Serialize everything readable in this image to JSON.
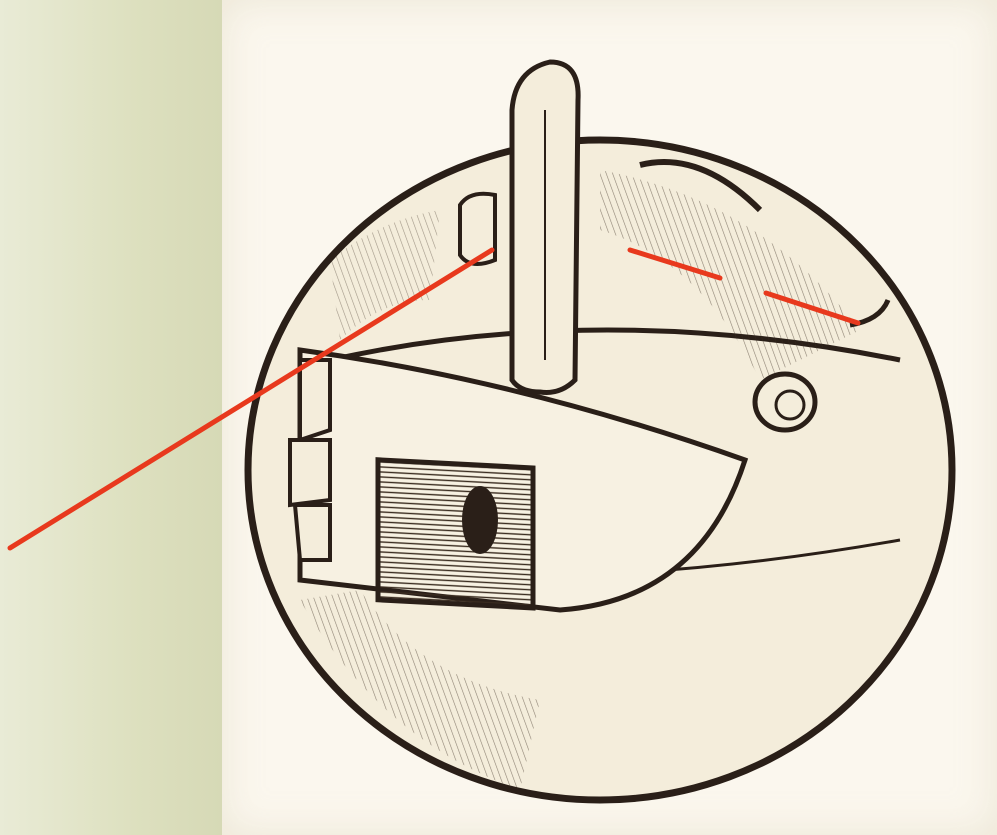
{
  "figure": {
    "subject": "bobbin-case",
    "colors": {
      "side_panel": "#dfe2c4",
      "paper": "#fbf7ee",
      "ink": "#2a1f18",
      "body_fill": "#f4eddb",
      "pointer": "#e8391d"
    },
    "pointers": [
      {
        "name": "pointer-to-latch-base",
        "segments": [
          [
            10,
            548,
            492,
            250
          ]
        ]
      },
      {
        "name": "pointer-to-body-top",
        "segments": [
          [
            630,
            250,
            720,
            278
          ]
        ]
      },
      {
        "name": "pointer-to-slot-edge",
        "segments": [
          [
            766,
            293,
            858,
            323
          ]
        ]
      }
    ]
  }
}
